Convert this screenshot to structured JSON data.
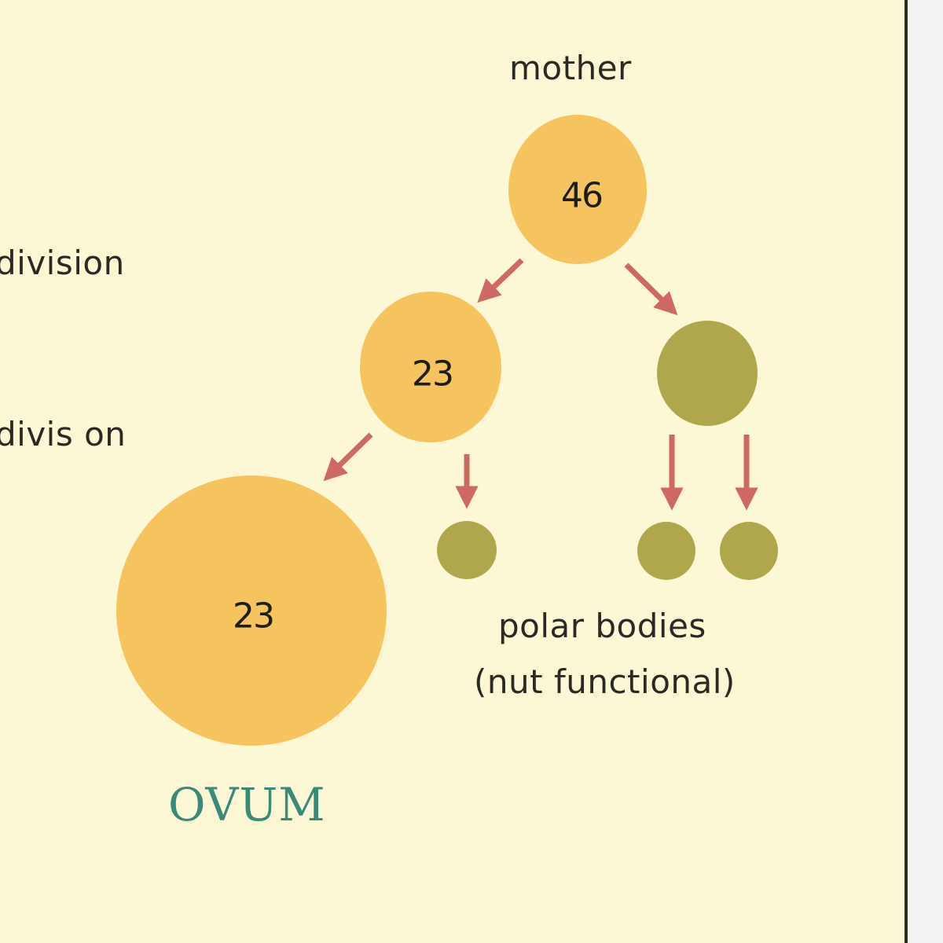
{
  "labels": {
    "mother": "mother",
    "first_division": "division",
    "second_division": "divis on",
    "polar_bodies_line1": "polar bodies",
    "polar_bodies_line2": "(nut functional)",
    "ovum": "OVUM"
  },
  "cells": {
    "mother": {
      "chromosomes": "46",
      "color": "#f6c45e"
    },
    "secondary_oocyte": {
      "chromosomes": "23",
      "color": "#f6c45e"
    },
    "first_polar_body": {
      "chromosomes": "",
      "color": "#b0a64c"
    },
    "ovum": {
      "chromosomes": "23",
      "color": "#f6c45e"
    },
    "polar_bodies": [
      {
        "color": "#b0a64c"
      },
      {
        "color": "#b0a64c"
      },
      {
        "color": "#b0a64c"
      }
    ]
  },
  "colors": {
    "background": "#fcf8d6",
    "arrow": "#cf6a62",
    "cell_large": "#f6c45e",
    "polar_body": "#b0a64c",
    "ovum_label": "#3a8a78",
    "border": "#2b2b22"
  }
}
